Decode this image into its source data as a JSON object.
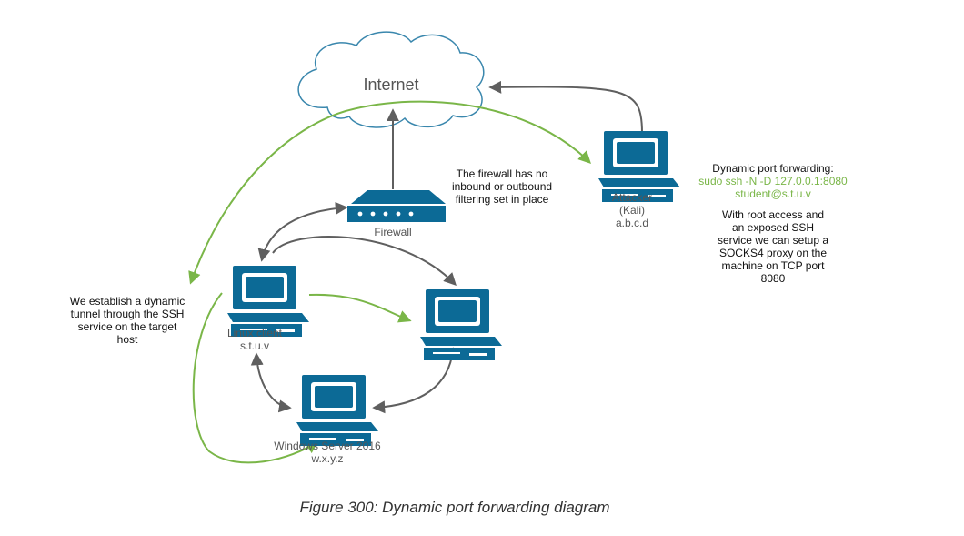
{
  "internet": {
    "label": "Internet"
  },
  "firewall": {
    "label": "Firewall",
    "note": [
      "The firewall has no",
      "inbound or outbound",
      "filtering set in place"
    ]
  },
  "attacker": {
    "lines": [
      "Attacker",
      "(Kali)",
      "a.b.c.d"
    ]
  },
  "dynamic_forwarding": {
    "title": "Dynamic port forwarding:",
    "command": "sudo ssh -N -D 127.0.0.1:8080",
    "target": "student@s.t.u.v"
  },
  "root_note": [
    "With root access and",
    "an exposed SSH",
    "service we can setup a",
    "SOCKS4 proxy on the",
    "machine on TCP port",
    "8080"
  ],
  "tunnel_note": [
    "We establish a dynamic",
    "tunnel through the SSH",
    "service on the target",
    "host"
  ],
  "linux_client": {
    "lines": [
      "Linux client",
      "s.t.u.v"
    ]
  },
  "windows_server": {
    "lines": [
      "Windows Server 2016",
      "w.x.y.z"
    ]
  },
  "caption": "Figure 300: Dynamic port forwarding diagram",
  "colors": {
    "device": "#0c6a96",
    "arrow": "#5f5f5f",
    "tunnel": "#7ab648",
    "cloud_stroke": "#3a87ad"
  }
}
